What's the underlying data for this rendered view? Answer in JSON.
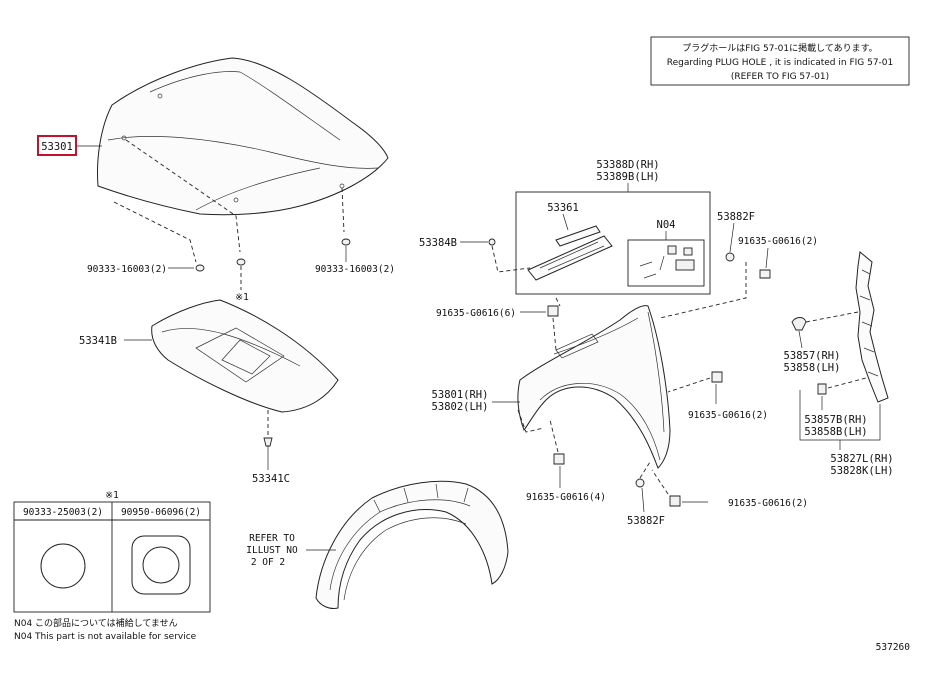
{
  "note_box": {
    "line1": "プラグホールはFIG 57-01に掲載してあります。",
    "line2": "Regarding PLUG HOLE , it is indicated in FIG 57-01",
    "line3": "(REFER TO FIG 57-01)"
  },
  "labels": {
    "hood": "53301",
    "hood_plug_left": "90333-16003(2)",
    "hood_plug_right": "90333-16003(2)",
    "hood_plug_mark": "※1",
    "insulator": "53341B",
    "insulator_clip": "53341C",
    "fender": "53801(RH)",
    "fender_lh": "53802(LH)",
    "seal_rh": "53388D(RH)",
    "seal_lh": "53389B(LH)",
    "seal_inner": "53361",
    "seal_kit": "N04",
    "clip_53384": "53384B",
    "washer_top": "53882F",
    "washer_bottom": "53882F",
    "bolt_top_right": "91635-G0616(2)",
    "bolt_fender_top": "91635-G0616(6)",
    "bolt_fender_mid": "91635-G0616(2)",
    "bolt_fender_bottom": "91635-G0616(4)",
    "bolt_lower_right": "91635-G0616(2)",
    "clip_rh": "53857(RH)",
    "clip_lh": "53858(LH)",
    "clip2_rh": "53857B(RH)",
    "clip2_lh": "53858B(LH)",
    "brace_rh": "53827L(RH)",
    "brace_lh": "53828K(LH)",
    "refer_line1": "REFER TO",
    "refer_line2": "ILLUST NO",
    "refer_line3": "2 OF 2"
  },
  "plug_table": {
    "mark": "※1",
    "col1": "90333-25003(2)",
    "col2": "90950-06096(2)"
  },
  "footnotes": {
    "line1": "N04  この部品については補給してません",
    "line2": "N04  This part is not available for service"
  },
  "figure_id": "537260",
  "colors": {
    "highlight": "#c8102e",
    "ink": "#222222"
  }
}
